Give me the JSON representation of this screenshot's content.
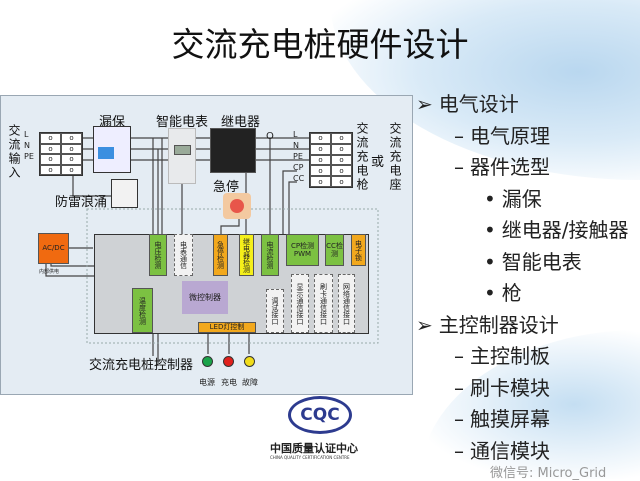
{
  "title": "交流充电桩硬件设计",
  "diagram": {
    "ac_input": "交流输入",
    "input_terminals": [
      "L",
      "N",
      "PE"
    ],
    "breaker": "漏保",
    "surge": "防雷浪涌",
    "meter": "智能电表",
    "relay": "继电器",
    "ring": "O",
    "estop": "急停",
    "output_terminals": [
      "L",
      "N",
      "PE",
      "CP",
      "CC"
    ],
    "gun": "交流充电枪",
    "or": "或",
    "socket": "交流充电座",
    "acdc": "AC/DC",
    "internal_power": "内部供电",
    "modules": {
      "voltage": "电压检测",
      "meter_comm": "电表通信",
      "estop_detect": "急停检测",
      "relay_detect": "继电器检测",
      "current": "电流检测",
      "cp": "CP检测PWM",
      "cc": "CC检测",
      "lock": "电子锁",
      "temp": "温度检测",
      "mcu": "微控制器",
      "debug": "调试接口",
      "display": "显示通信接口",
      "card": "刷卡通信接口",
      "network": "网络通信接口",
      "led": "LED灯控制"
    },
    "controller": "交流充电桩控制器",
    "leds": [
      {
        "label": "电源",
        "color": "#1aa34a"
      },
      {
        "label": "充电",
        "color": "#e0201c"
      },
      {
        "label": "故障",
        "color": "#f1dc1a"
      }
    ]
  },
  "bullets": [
    {
      "level": 1,
      "marker": "➢",
      "text": "电气设计"
    },
    {
      "level": 2,
      "marker": "–",
      "text": "电气原理"
    },
    {
      "level": 2,
      "marker": "–",
      "text": "器件选型"
    },
    {
      "level": 3,
      "marker": "•",
      "text": "漏保"
    },
    {
      "level": 3,
      "marker": "•",
      "text": "继电器/接触器"
    },
    {
      "level": 3,
      "marker": "•",
      "text": "智能电表"
    },
    {
      "level": 3,
      "marker": "•",
      "text": "枪"
    },
    {
      "level": 1,
      "marker": "➢",
      "text": "主控制器设计"
    },
    {
      "level": 2,
      "marker": "–",
      "text": "主控制板"
    },
    {
      "level": 2,
      "marker": "–",
      "text": "刷卡模块"
    },
    {
      "level": 2,
      "marker": "–",
      "text": "触摸屏幕"
    },
    {
      "level": 2,
      "marker": "–",
      "text": "通信模块"
    }
  ],
  "logo": {
    "mark": "CQC",
    "name_cn": "中国质量认证中心",
    "name_en": "CHINA QUALITY CERTIFICATION CENTRE"
  },
  "watermark": "微信号: Micro_Grid"
}
